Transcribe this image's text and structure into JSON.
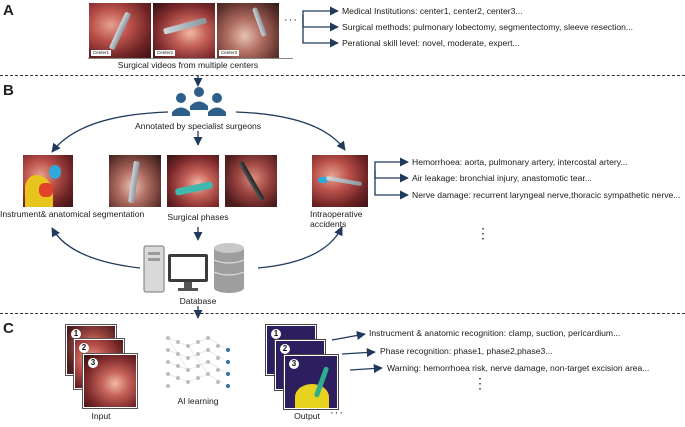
{
  "sections": {
    "a": {
      "label": "A",
      "videos": [
        "Center1",
        "Center2",
        "Center3"
      ],
      "more": "···",
      "caption": "Surgical videos from multiple centers",
      "items": [
        "Medical Institutions: center1, center2, center3...",
        "Surgical methods: pulmonary lobectomy, segmentectomy, sleeve resection...",
        "Perational skill level: novel, moderate, expert..."
      ]
    },
    "b": {
      "label": "B",
      "annotated": "Annotated by specialist surgeons",
      "segmentation": "Instrument& anatomical segmentation",
      "phases": "Surgical phases",
      "accidents_line1": "Intraoperative",
      "accidents_line2": "accidents",
      "database": "Database",
      "items": [
        "Hemorrhoea: aorta, pulmonary artery, intercostal artery...",
        "Air leakage: bronchial injury, anastomotic tear...",
        "Nerve damage: recurrent laryngeal nerve,thoracic sympathetic nerve..."
      ],
      "vdots": "⋮"
    },
    "c": {
      "label": "C",
      "input": "Input",
      "ai": "AI learning",
      "output": "Output",
      "more": "···",
      "numbers": [
        "1",
        "2",
        "3"
      ],
      "items": [
        "Instrucment & anatomic recognition: clamp, suction, pericardium...",
        "Phase recognition: phase1, phase2,phase3...",
        "Warning: hemorrhoea risk, nerve damage, non-target excision area..."
      ],
      "vdots": "⋮"
    }
  },
  "colors": {
    "arrow": "#1f3a5a",
    "icon": "#2e5f8a",
    "nn_node": "#bdbdbd",
    "nn_out": "#3a6ea5",
    "output_bg": "#2d1f5f"
  }
}
